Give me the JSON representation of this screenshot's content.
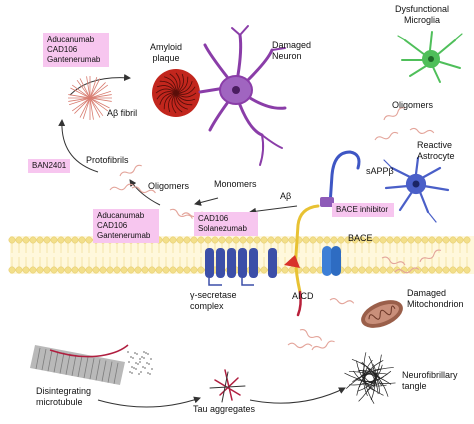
{
  "labels": {
    "amyloid_plaque": [
      "Amyloid",
      "plaque"
    ],
    "damaged_neuron": [
      "Damaged",
      "Neuron"
    ],
    "dysfunctional_microglia": [
      "Dysfunctional",
      "Microglia"
    ],
    "ab_fibril": "Aβ fibril",
    "oligomers_right": "Oligomers",
    "reactive_astrocyte": [
      "Reactive",
      "Astrocyte"
    ],
    "protofibrils": "Protofibrils",
    "sappb": "sAPPβ",
    "oligomers": "Oligomers",
    "monomers": "Monomers",
    "abeta": "Aβ",
    "bace": "BACE",
    "gamma_secretase": [
      "γ-secretase",
      "complex"
    ],
    "aicd": "AICD",
    "damaged_mitochondrion": [
      "Damaged",
      "Mitochondrion"
    ],
    "disintegrating_microtubule": [
      "Disintegrating",
      "microtubule"
    ],
    "tau_aggregates": "Tau aggregates",
    "neurofibrillary_tangle": [
      "Neurofibrillary",
      "tangle"
    ]
  },
  "drug_boxes": {
    "top": [
      "Aducanumab",
      "CAD106",
      "Gantenerumab"
    ],
    "ban": [
      "BAN2401"
    ],
    "mid": [
      "Aducanumab",
      "CAD106",
      "Gantenerumab"
    ],
    "cad_sol": [
      "CAD106",
      "Solanezumab"
    ],
    "bace_inhibitor": [
      "BACE inhibitor"
    ]
  },
  "colors": {
    "drug_box": "#f7c6ef",
    "membrane": "#f3df8a",
    "secretase": "#3c4fa8",
    "bace": "#3d7fd6",
    "microglia": "#4fbf5a",
    "astrocyte": "#4a5fc8",
    "neuron": "#8a3da8",
    "plaque": "#c2261d",
    "fibril": "#e3a49a",
    "mitochondrion": "#9a5f4a"
  },
  "icons": [
    "neuron-icon",
    "microglia-icon",
    "astrocyte-icon",
    "amyloid-plaque-icon",
    "mitochondrion-icon",
    "microtubule-icon",
    "tangle-icon",
    "bace-icon",
    "gamma-secretase-icon"
  ]
}
